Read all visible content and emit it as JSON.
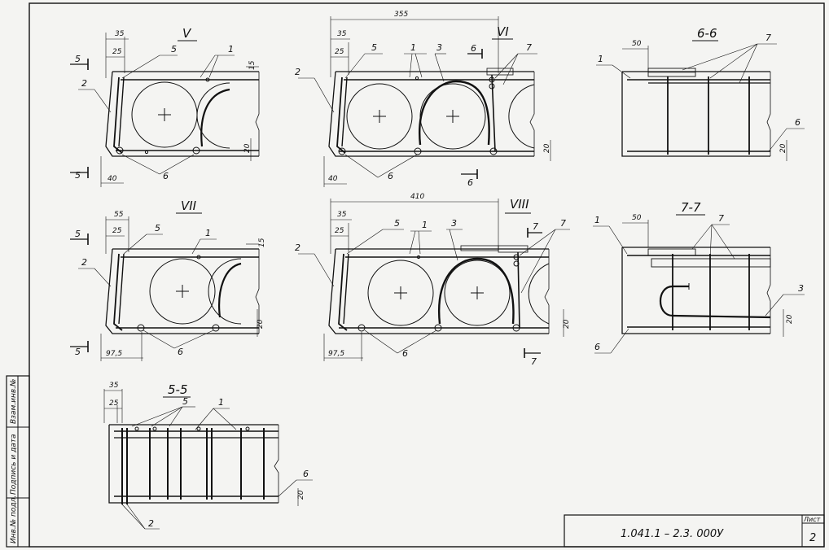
{
  "stamp": {
    "cells": [
      "Инв.№ подл.",
      "Подпись и дата",
      "Взам.инв.№"
    ]
  },
  "title_block": {
    "code": "1.041.1 – 2.3. 000У",
    "sheet_label": "Лист",
    "sheet_number": "2"
  },
  "views": {
    "v5": {
      "title": "V",
      "cut_label": "5",
      "dims": {
        "d35": "35",
        "d25": "25",
        "d15": "15",
        "d20": "20",
        "d40": "40"
      },
      "callouts": {
        "c1": "1",
        "c2": "2",
        "c5": "5",
        "c6": "6"
      }
    },
    "v6": {
      "title": "VI",
      "cut_label": "6",
      "dims": {
        "d355": "355",
        "d35": "35",
        "d25": "25",
        "d20": "20",
        "d40": "40"
      },
      "callouts": {
        "c1": "1",
        "c2": "2",
        "c3": "3",
        "c5": "5",
        "c6": "6",
        "c7": "7"
      }
    },
    "s66": {
      "title": "6-6",
      "dims": {
        "d50": "50",
        "d20": "20"
      },
      "callouts": {
        "c1": "1",
        "c6": "6",
        "c7": "7"
      }
    },
    "v7": {
      "title": "VII",
      "cut_label": "5",
      "dims": {
        "d55": "55",
        "d25": "25",
        "d15": "15",
        "d20": "20",
        "d97": "97,5"
      },
      "callouts": {
        "c1": "1",
        "c2": "2",
        "c5": "5",
        "c6": "6"
      }
    },
    "v8": {
      "title": "VIII",
      "cut_label": "7",
      "dims": {
        "d410": "410",
        "d35": "35",
        "d25": "25",
        "d20": "20",
        "d97": "97,5"
      },
      "callouts": {
        "c1": "1",
        "c2": "2",
        "c3": "3",
        "c5": "5",
        "c6": "6",
        "c7": "7"
      }
    },
    "s77": {
      "title": "7-7",
      "dims": {
        "d50": "50",
        "d20": "20"
      },
      "callouts": {
        "c1": "1",
        "c3": "3",
        "c6": "6",
        "c7": "7"
      }
    },
    "s55": {
      "title": "5-5",
      "dims": {
        "d35": "35",
        "d25": "25",
        "d20": "20"
      },
      "callouts": {
        "c1": "1",
        "c2": "2",
        "c5": "5",
        "c6": "6"
      }
    }
  }
}
